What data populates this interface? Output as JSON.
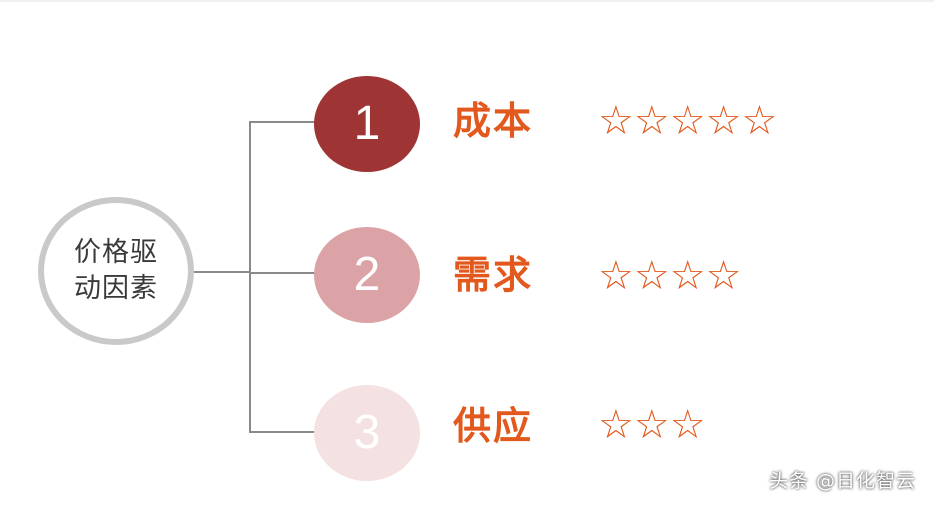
{
  "root": {
    "label": "价格驱动因素"
  },
  "factors": [
    {
      "number": "1",
      "name": "成本",
      "stars": "☆☆☆☆☆",
      "rating": 5,
      "color": "#9e3434"
    },
    {
      "number": "2",
      "name": "需求",
      "stars": "☆☆☆☆",
      "rating": 4,
      "color": "#dca3a6"
    },
    {
      "number": "3",
      "name": "供应",
      "stars": "☆☆☆",
      "rating": 3,
      "color": "#f4e1e2"
    }
  ],
  "watermark": "头条 @日化智云",
  "colors": {
    "accent": "#e2581d",
    "connector": "#8a8a8a",
    "root_border": "#c9c9c9"
  }
}
